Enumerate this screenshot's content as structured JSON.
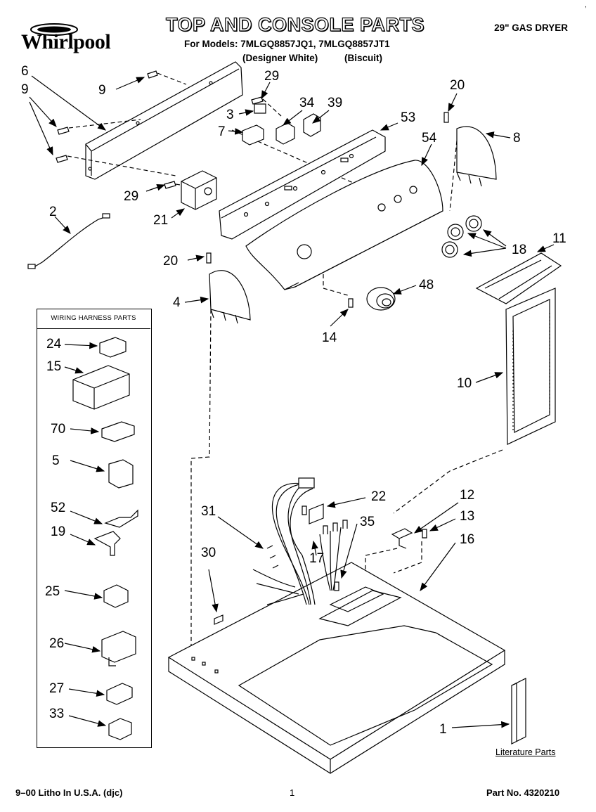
{
  "header": {
    "title": "TOP AND CONSOLE PARTS",
    "models_line": "For Models: 7MLGQ8857JQ1, 7MLGQ8857JT1",
    "variant_1": "(Designer White)",
    "variant_2": "(Biscuit)",
    "product": "29\" GAS DRYER",
    "brand": "Whirlpool",
    "corner_mark": ","
  },
  "harness": {
    "title": "WIRING HARNESS PARTS",
    "items": [
      "24",
      "15",
      "70",
      "5",
      "52",
      "19",
      "25",
      "26",
      "27",
      "33"
    ]
  },
  "callouts": {
    "c6": "6",
    "c9a": "9",
    "c9b": "9",
    "c29a": "29",
    "c29b": "29",
    "c3": "3",
    "c34": "34",
    "c39": "39",
    "c7": "7",
    "c53": "53",
    "c54": "54",
    "c20a": "20",
    "c20b": "20",
    "c8": "8",
    "c2": "2",
    "c21": "21",
    "c4": "4",
    "c18": "18",
    "c11": "11",
    "c48": "48",
    "c14": "14",
    "c10": "10",
    "c22": "22",
    "c12": "12",
    "c13": "13",
    "c31": "31",
    "c35": "35",
    "c16": "16",
    "c30": "30",
    "c17": "17",
    "c1": "1"
  },
  "literature": "Literature Parts",
  "footer": {
    "left": "9–00 Litho In U.S.A. (djc)",
    "page": "1",
    "part_no": "Part No. 4320210"
  }
}
